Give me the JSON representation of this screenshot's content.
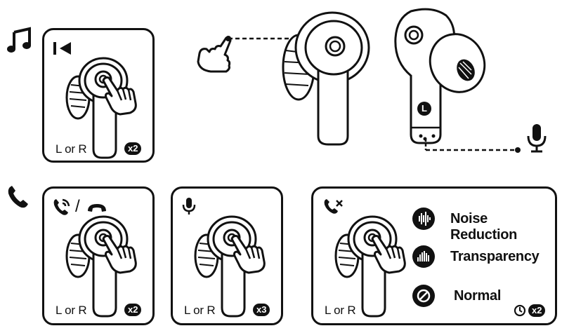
{
  "sections": {
    "music_icon": "music-note-icon",
    "call_icon": "phone-icon"
  },
  "panels": {
    "previous_track": {
      "icon": "skip-previous-icon",
      "side_label": "L or R",
      "tap_count": "x2"
    },
    "answer_hangup": {
      "icons": [
        "incoming-call-icon",
        "hang-up-icon"
      ],
      "separator": "/",
      "side_label": "L or R",
      "tap_count": "x2"
    },
    "mute_mic": {
      "icon": "microphone-icon",
      "side_label": "L or R",
      "tap_count": "x3"
    },
    "noise_control": {
      "icon": "not-in-call-icon",
      "side_label": "L or R",
      "tap_count": "x2",
      "duration_icon": "clock-icon",
      "modes": [
        {
          "icon": "noise-reduction-icon",
          "label": "Noise Reduction"
        },
        {
          "icon": "transparency-icon",
          "label": "Transparency"
        },
        {
          "icon": "normal-off-icon",
          "label": "Normal"
        }
      ]
    }
  },
  "illustration": {
    "earbud_side_letter": "L",
    "callouts": [
      "touch-hand-icon",
      "microphone-icon"
    ]
  },
  "colors": {
    "ink": "#111111",
    "paper": "#ffffff"
  }
}
